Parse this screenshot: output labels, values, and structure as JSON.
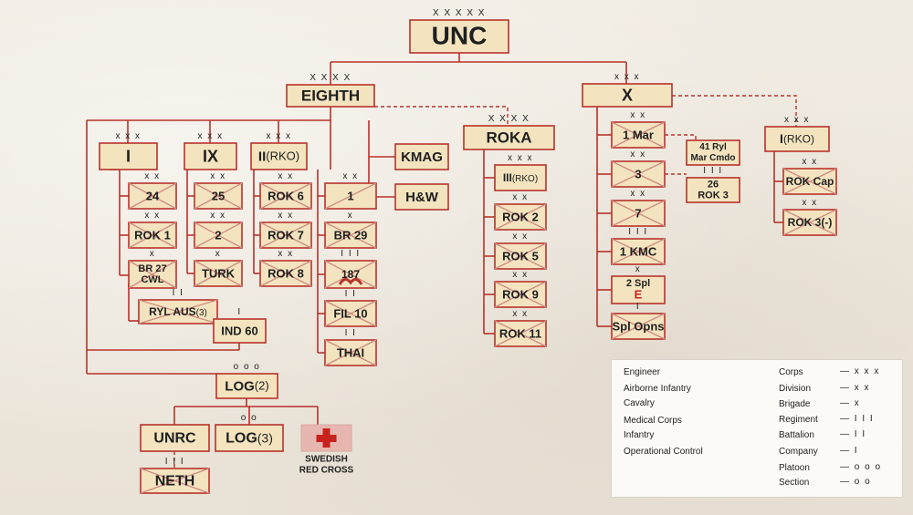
{
  "units": [
    {
      "id": "unc",
      "label": "UNC",
      "echelon": "XXXXX",
      "type": "plain"
    },
    {
      "id": "eighth",
      "label": "EIGHTH",
      "echelon": "XXXX",
      "type": "plain"
    },
    {
      "id": "x-corps",
      "label": "X",
      "echelon": "XXX",
      "type": "plain"
    },
    {
      "id": "roka",
      "label": "ROKA",
      "echelon": "XXXX",
      "type": "plain"
    },
    {
      "id": "i-corps",
      "label": "I",
      "echelon": "XXX",
      "type": "plain"
    },
    {
      "id": "ix-corps",
      "label": "IX",
      "echelon": "XXX",
      "type": "plain"
    },
    {
      "id": "ii-rko",
      "label": "II",
      "label_suffix": "(RKO)",
      "echelon": "XXX",
      "type": "plain"
    },
    {
      "id": "kmag",
      "label": "KMAG",
      "type": "plain"
    },
    {
      "id": "hw",
      "label": "H&W",
      "type": "plain"
    },
    {
      "id": "u24",
      "label": "24",
      "echelon": "XX",
      "type": "infantry"
    },
    {
      "id": "rok1",
      "label": "ROK 1",
      "echelon": "XX",
      "type": "infantry"
    },
    {
      "id": "br27",
      "label": "BR 27",
      "label2": "CWL",
      "echelon": "X",
      "type": "infantry"
    },
    {
      "id": "rylaus",
      "label": "RYL AUS",
      "label_suffix": "(3)",
      "echelon": "II",
      "type": "infantry"
    },
    {
      "id": "ind60",
      "label": "IND 60",
      "echelon": "I",
      "type": "plain"
    },
    {
      "id": "u25",
      "label": "25",
      "echelon": "XX",
      "type": "infantry"
    },
    {
      "id": "u2",
      "label": "2",
      "echelon": "XX",
      "type": "infantry"
    },
    {
      "id": "turk",
      "label": "TURK",
      "echelon": "X",
      "type": "infantry"
    },
    {
      "id": "rok6",
      "label": "ROK 6",
      "echelon": "XX",
      "type": "infantry"
    },
    {
      "id": "rok7",
      "label": "ROK 7",
      "echelon": "XX",
      "type": "infantry"
    },
    {
      "id": "rok8",
      "label": "ROK 8",
      "echelon": "XX",
      "type": "infantry"
    },
    {
      "id": "cav1",
      "label": "1",
      "echelon": "XX",
      "type": "cavalry"
    },
    {
      "id": "br29",
      "label": "BR 29",
      "echelon": "X",
      "type": "infantry"
    },
    {
      "id": "u187",
      "label": "187",
      "echelon": "III",
      "type": "airborne"
    },
    {
      "id": "fil10",
      "label": "FIL 10",
      "echelon": "II",
      "type": "infantry"
    },
    {
      "id": "thai",
      "label": "THAI",
      "echelon": "II",
      "type": "infantry"
    },
    {
      "id": "iii-rko",
      "label": "III",
      "label_suffix": "(RKO)",
      "echelon": "XXX",
      "type": "plain"
    },
    {
      "id": "rok2",
      "label": "ROK 2",
      "echelon": "XX",
      "type": "infantry"
    },
    {
      "id": "rok5",
      "label": "ROK 5",
      "echelon": "XX",
      "type": "infantry"
    },
    {
      "id": "rok9",
      "label": "ROK 9",
      "echelon": "XX",
      "type": "infantry"
    },
    {
      "id": "rok11",
      "label": "ROK 11",
      "echelon": "XX",
      "type": "infantry"
    },
    {
      "id": "mar1",
      "label": "1 Mar",
      "echelon": "XX",
      "type": "infantry"
    },
    {
      "id": "u3",
      "label": "3",
      "echelon": "XX",
      "type": "infantry"
    },
    {
      "id": "u7",
      "label": "7",
      "echelon": "XX",
      "type": "infantry"
    },
    {
      "id": "kmc1",
      "label": "1 KMC",
      "echelon": "III",
      "type": "infantry"
    },
    {
      "id": "spl2",
      "label": "2 Spl",
      "label2": "E",
      "echelon": "X",
      "type": "engineer"
    },
    {
      "id": "splopns",
      "label": "Spl Opns",
      "echelon": "I",
      "type": "infantry"
    },
    {
      "id": "ryl41",
      "label": "41 Ryl",
      "label2": "Mar Cmdo",
      "type": "plain"
    },
    {
      "id": "rok3-26",
      "label": "26",
      "label2": "ROK 3",
      "echelon": "III",
      "type": "plain"
    },
    {
      "id": "i-rko",
      "label": "I",
      "label_suffix": "(RKO)",
      "echelon": "XXX",
      "type": "plain"
    },
    {
      "id": "rokcap",
      "label": "ROK Cap",
      "echelon": "XX",
      "type": "infantry"
    },
    {
      "id": "rok3m",
      "label": "ROK 3(-)",
      "echelon": "XX",
      "type": "infantry"
    },
    {
      "id": "log2",
      "label": "LOG",
      "label_suffix": "(2)",
      "echelon": "ooo",
      "type": "plain"
    },
    {
      "id": "unrc",
      "label": "UNRC",
      "type": "plain"
    },
    {
      "id": "log3",
      "label": "LOG",
      "label_suffix": "(3)",
      "echelon": "oo",
      "type": "plain"
    },
    {
      "id": "neth",
      "label": "NETH",
      "echelon": "III",
      "type": "infantry"
    },
    {
      "id": "swedish",
      "label": "SWEDISH",
      "label2": "RED CROSS",
      "type": "medical"
    }
  ],
  "legend": {
    "unit_types": [
      {
        "label": "Engineer",
        "symbol": "engineer"
      },
      {
        "label": "Airborne Infantry",
        "symbol": "airborne"
      },
      {
        "label": "Cavalry",
        "symbol": "cavalry"
      },
      {
        "label": "Medical Corps",
        "symbol": "medical"
      },
      {
        "label": "Infantry",
        "symbol": "infantry"
      },
      {
        "label": "Operational Control",
        "symbol": "dashed"
      }
    ],
    "sizes": [
      {
        "label": "Corps",
        "mark": "XXX"
      },
      {
        "label": "Division",
        "mark": "XX"
      },
      {
        "label": "Brigade",
        "mark": "X"
      },
      {
        "label": "Regiment",
        "mark": "III"
      },
      {
        "label": "Battalion",
        "mark": "II"
      },
      {
        "label": "Company",
        "mark": "I"
      },
      {
        "label": "Platoon",
        "mark": "ooo"
      },
      {
        "label": "Section",
        "mark": "oo"
      }
    ]
  },
  "colors": {
    "accent": "#b8322b",
    "unit_fill": "#f3e4bf",
    "medical_fill": "#e8b6b0"
  }
}
